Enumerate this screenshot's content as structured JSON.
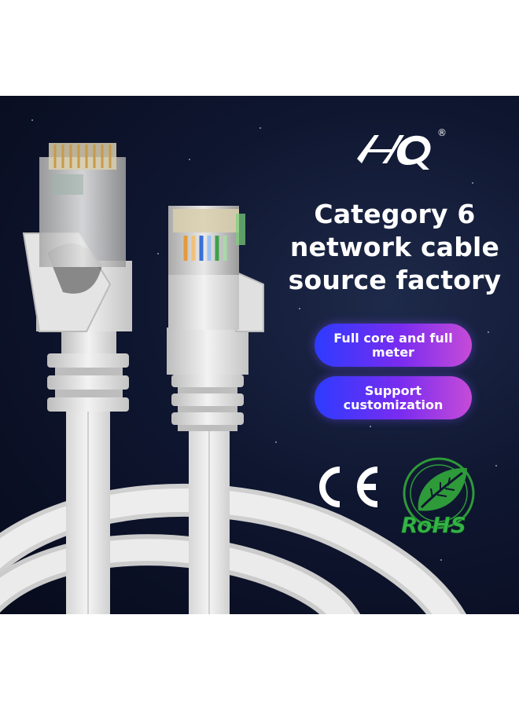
{
  "brand": {
    "logo_text": "HQ",
    "registered_mark": "®"
  },
  "headline": {
    "line1": "Category 6",
    "line2": "network cable",
    "line3": "source factory"
  },
  "features": [
    {
      "label": "Full core and full meter"
    },
    {
      "label": "Support customization"
    }
  ],
  "certifications": {
    "ce": "CE",
    "rohs": "RoHS"
  },
  "colors": {
    "background": "#0f1630",
    "pill_start": "#2d3bff",
    "pill_end": "#c64bd8",
    "cable": "#e6e6e6",
    "rohs_green": "#2e9a3a"
  }
}
